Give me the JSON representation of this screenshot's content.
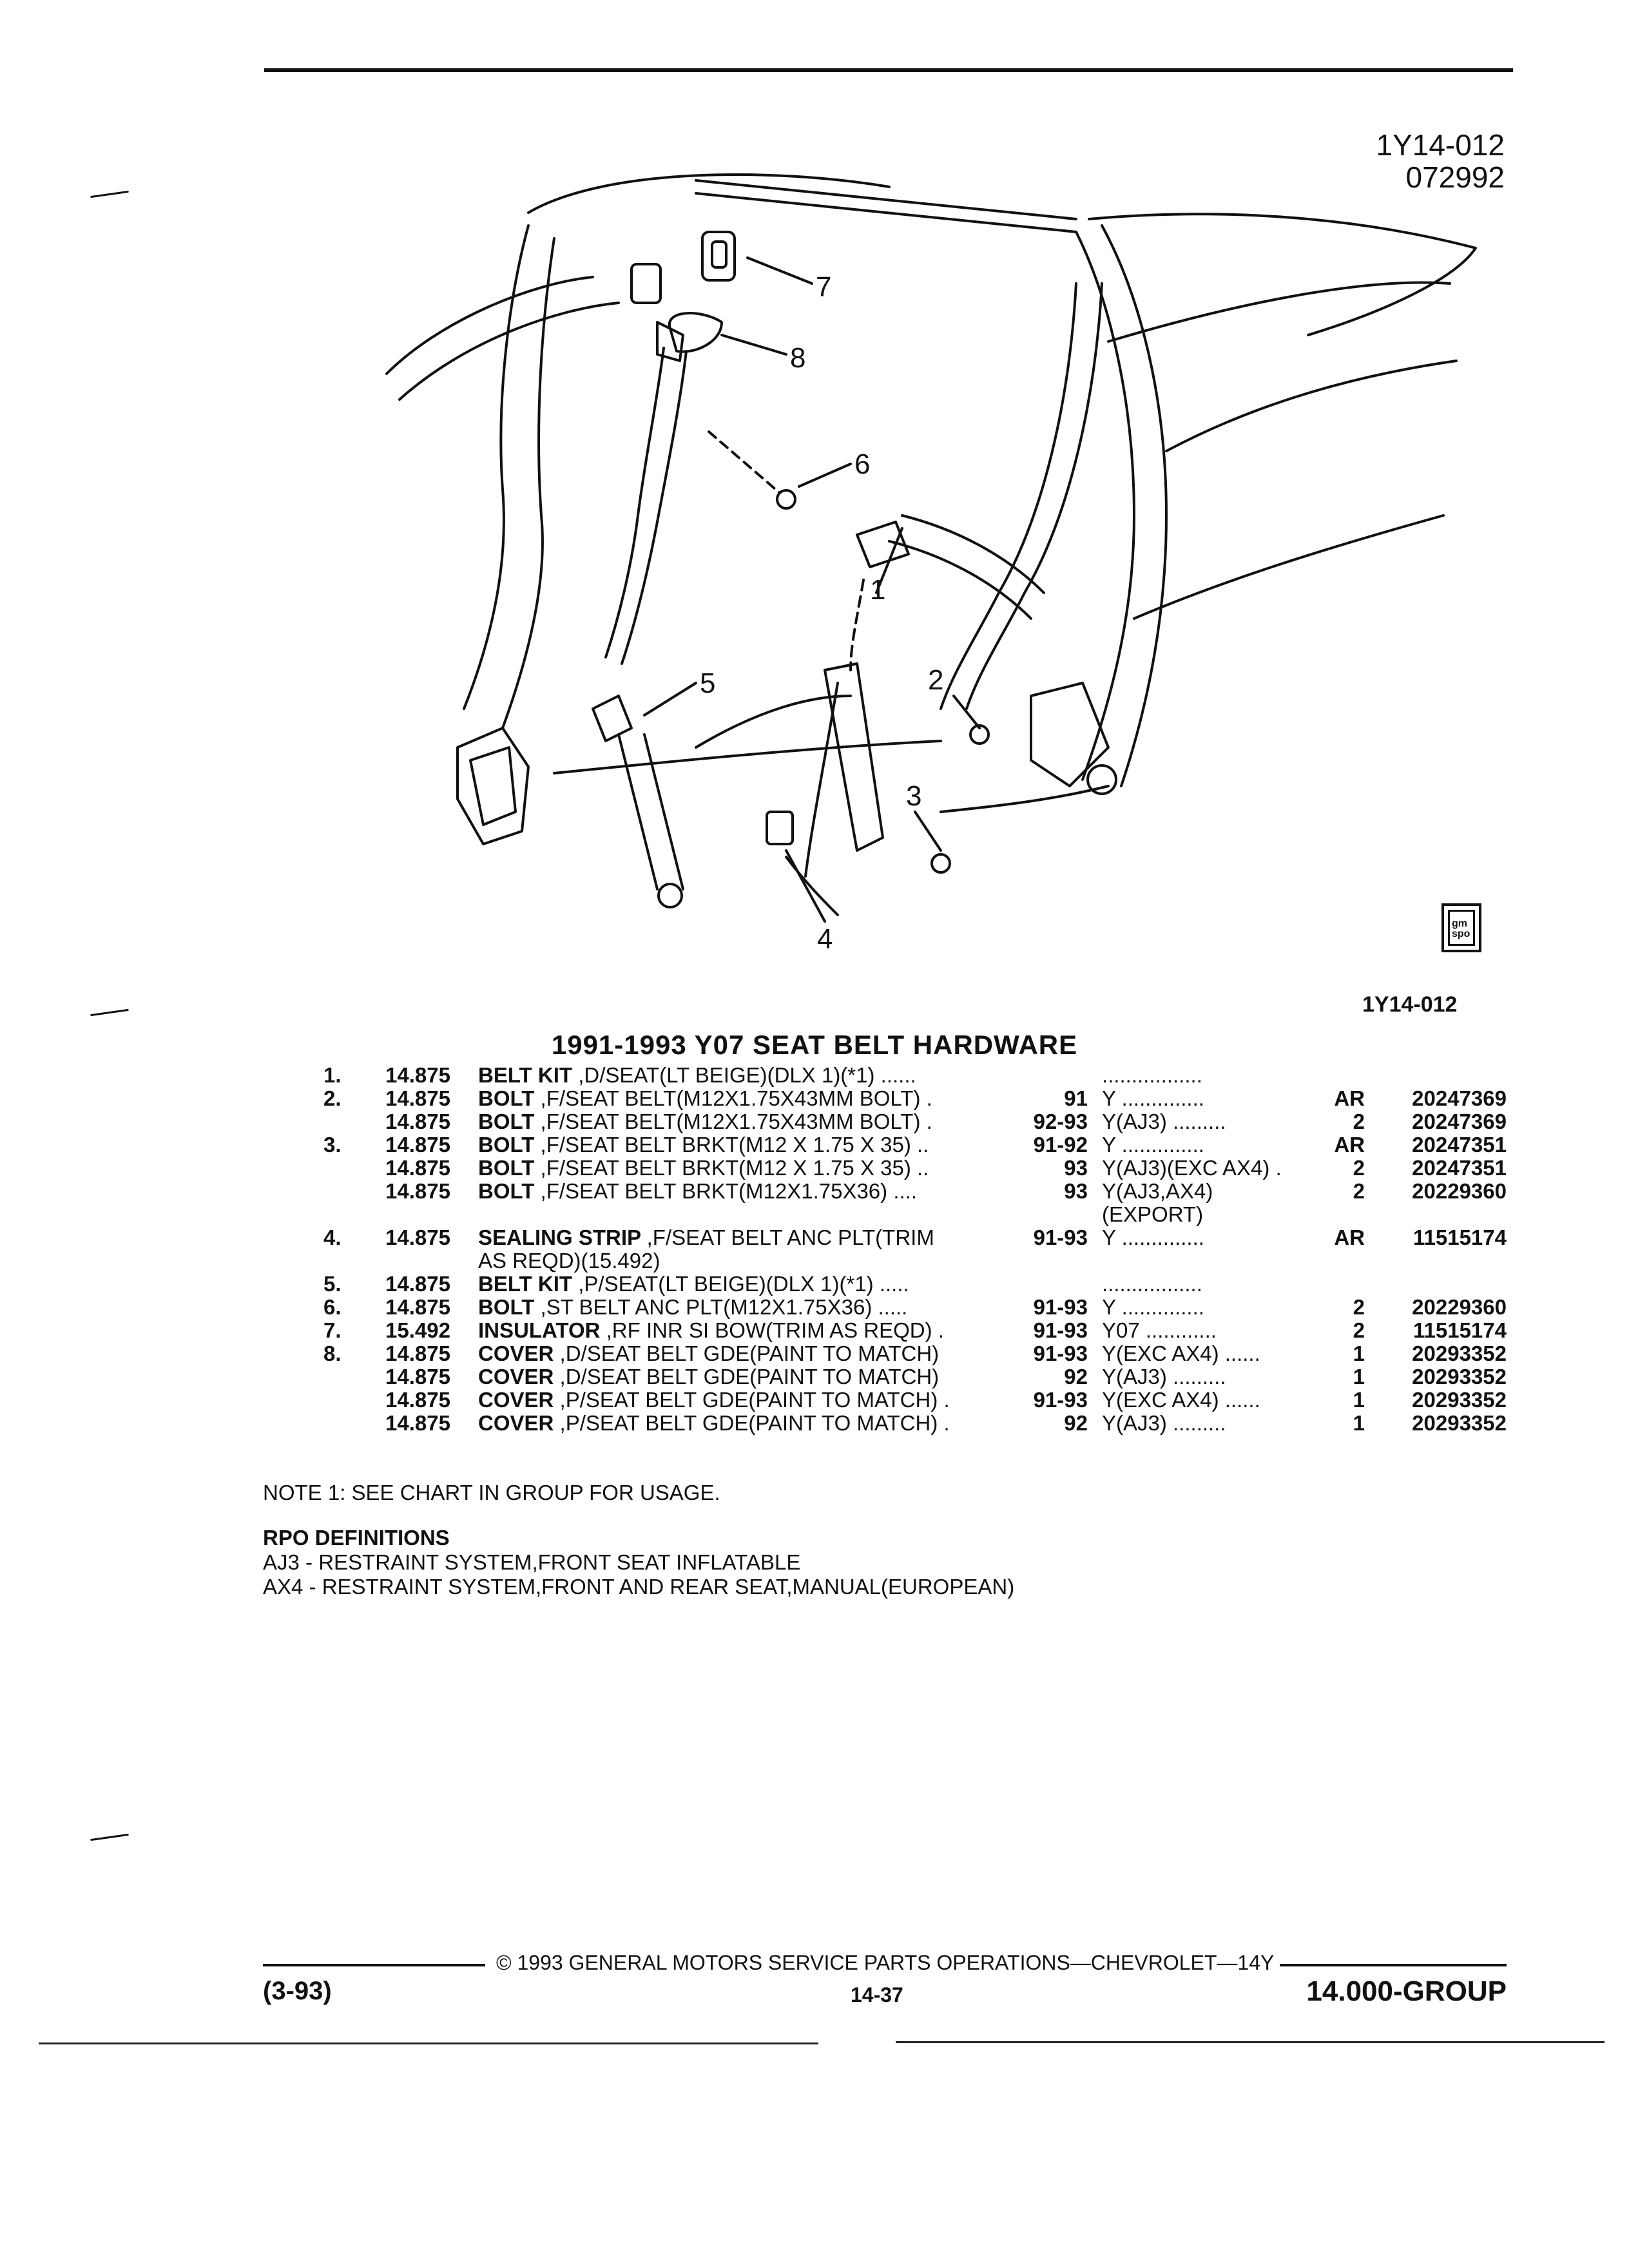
{
  "figure": {
    "id_line1": "1Y14-012",
    "id_line2": "072992",
    "ref": "1Y14-012",
    "callouts": [
      "1",
      "2",
      "3",
      "4",
      "5",
      "6",
      "7",
      "8"
    ],
    "logo_text": "gm spo"
  },
  "title": "1991-1993 Y07 SEAT BELT HARDWARE",
  "parts": [
    {
      "num": "1.",
      "grp": "14.875",
      "name": "BELT KIT",
      "desc": ",D/SEAT(LT BEIGE)(DLX 1)(*1)  ......",
      "years": "",
      "opt": ".................",
      "qty": "",
      "pn": ""
    },
    {
      "num": "2.",
      "grp": "14.875",
      "name": "BOLT",
      "desc": ",F/SEAT BELT(M12X1.75X43MM BOLT)  .",
      "years": "91",
      "opt": "Y  ..............",
      "qty": "AR",
      "pn": "20247369"
    },
    {
      "num": "",
      "grp": "14.875",
      "name": "BOLT",
      "desc": ",F/SEAT BELT(M12X1.75X43MM BOLT)  .",
      "years": "92-93",
      "opt": "Y(AJ3)  .........",
      "qty": "2",
      "pn": "20247369"
    },
    {
      "num": "3.",
      "grp": "14.875",
      "name": "BOLT",
      "desc": ",F/SEAT BELT BRKT(M12 X 1.75 X 35)  ..",
      "years": "91-92",
      "opt": "Y  ..............",
      "qty": "AR",
      "pn": "20247351"
    },
    {
      "num": "",
      "grp": "14.875",
      "name": "BOLT",
      "desc": ",F/SEAT BELT BRKT(M12 X 1.75 X 35)  ..",
      "years": "93",
      "opt": "Y(AJ3)(EXC AX4)  .",
      "qty": "2",
      "pn": "20247351"
    },
    {
      "num": "",
      "grp": "14.875",
      "name": "BOLT",
      "desc": ",F/SEAT BELT BRKT(M12X1.75X36)  ....",
      "years": "93",
      "opt": "Y(AJ3,AX4)",
      "qty": "2",
      "pn": "20229360"
    },
    {
      "num": "",
      "grp": "",
      "name": "",
      "desc": "",
      "years": "",
      "opt": "(EXPORT)",
      "qty": "",
      "pn": ""
    },
    {
      "num": "4.",
      "grp": "14.875",
      "name": "SEALING STRIP",
      "desc": ",F/SEAT BELT ANC PLT(TRIM",
      "years": "91-93",
      "opt": "Y  ..............",
      "qty": "AR",
      "pn": "11515174"
    },
    {
      "num": "",
      "grp": "",
      "name": "",
      "desc": "AS REQD)(15.492)",
      "years": "",
      "opt": "",
      "qty": "",
      "pn": ""
    },
    {
      "num": "5.",
      "grp": "14.875",
      "name": "BELT KIT",
      "desc": ",P/SEAT(LT BEIGE)(DLX 1)(*1)  .....",
      "years": "",
      "opt": ".................",
      "qty": "",
      "pn": ""
    },
    {
      "num": "6.",
      "grp": "14.875",
      "name": "BOLT",
      "desc": ",ST BELT ANC PLT(M12X1.75X36)  .....",
      "years": "91-93",
      "opt": "Y  ..............",
      "qty": "2",
      "pn": "20229360"
    },
    {
      "num": "7.",
      "grp": "15.492",
      "name": "INSULATOR",
      "desc": ",RF INR SI BOW(TRIM AS REQD)  .",
      "years": "91-93",
      "opt": "Y07  ............",
      "qty": "2",
      "pn": "11515174"
    },
    {
      "num": "8.",
      "grp": "14.875",
      "name": "COVER",
      "desc": ",D/SEAT BELT GDE(PAINT TO MATCH)",
      "years": "91-93",
      "opt": "Y(EXC AX4)  ......",
      "qty": "1",
      "pn": "20293352"
    },
    {
      "num": "",
      "grp": "14.875",
      "name": "COVER",
      "desc": ",D/SEAT BELT GDE(PAINT TO MATCH)",
      "years": "92",
      "opt": "Y(AJ3)  .........",
      "qty": "1",
      "pn": "20293352"
    },
    {
      "num": "",
      "grp": "14.875",
      "name": "COVER",
      "desc": ",P/SEAT BELT GDE(PAINT TO MATCH)  .",
      "years": "91-93",
      "opt": "Y(EXC AX4)  ......",
      "qty": "1",
      "pn": "20293352"
    },
    {
      "num": "",
      "grp": "14.875",
      "name": "COVER",
      "desc": ",P/SEAT BELT GDE(PAINT TO MATCH)  .",
      "years": "92",
      "opt": "Y(AJ3)  .........",
      "qty": "1",
      "pn": "20293352"
    }
  ],
  "note": "NOTE  1:  SEE CHART IN GROUP FOR USAGE.",
  "rpo": {
    "heading": "RPO DEFINITIONS",
    "lines": [
      "AJ3 - RESTRAINT SYSTEM,FRONT SEAT INFLATABLE",
      "AX4 - RESTRAINT SYSTEM,FRONT AND REAR SEAT,MANUAL(EUROPEAN)"
    ]
  },
  "footer": {
    "copyright": "©  1993  GENERAL MOTORS SERVICE PARTS OPERATIONS—CHEVROLET—14Y",
    "date": "(3-93)",
    "page": "14-37",
    "group": "14.000-GROUP"
  }
}
